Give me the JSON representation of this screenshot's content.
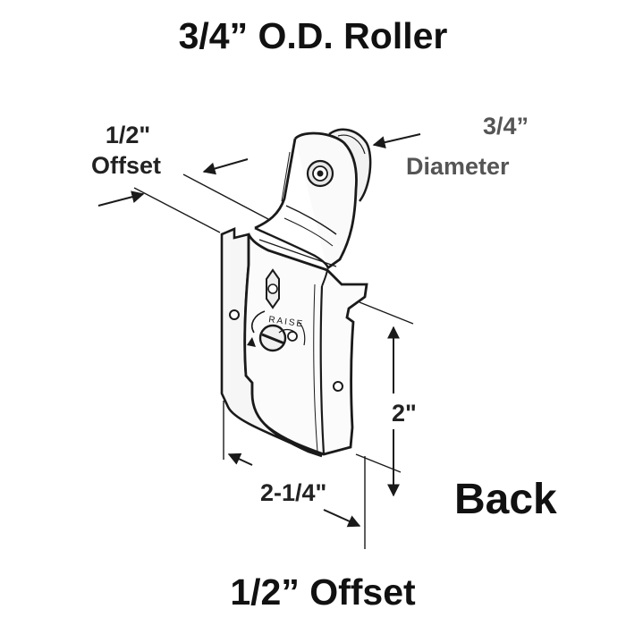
{
  "title": "3/4” O.D. Roller",
  "bottom_label": "1/2” Offset",
  "view_label": "Back",
  "dimensions": {
    "diameter_value": "3/4”",
    "diameter_word": "Diameter",
    "offset_value": "1/2\"",
    "offset_word": "Offset",
    "height": "2\"",
    "width": "2-1/4\""
  },
  "bracket_stamp": "RAISE",
  "colors": {
    "text": "#111111",
    "diameter_text": "#555555",
    "line": "#1a1a1a",
    "background": "#ffffff"
  }
}
